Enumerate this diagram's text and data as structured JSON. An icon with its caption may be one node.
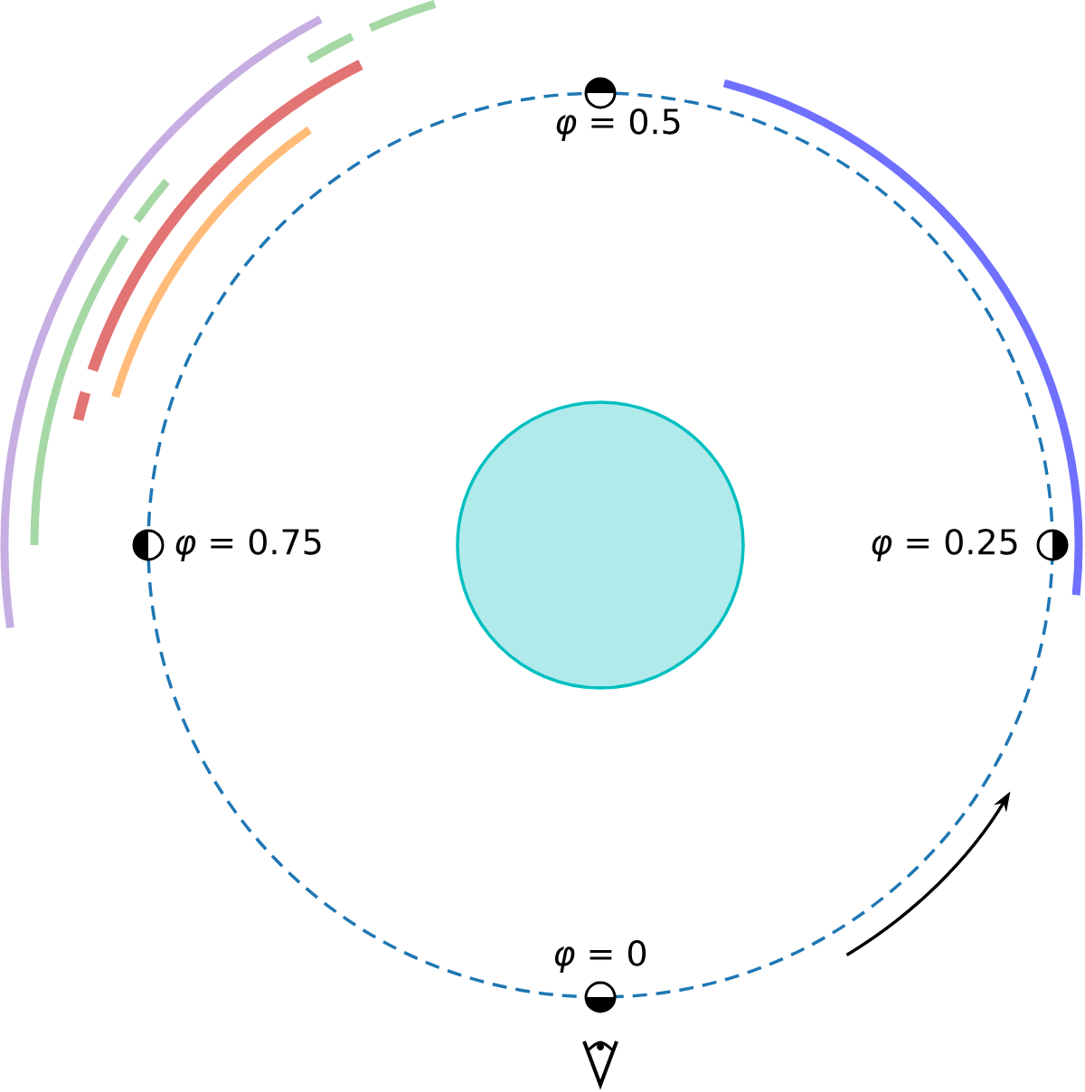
{
  "diagram": {
    "nodes": [
      {
        "text": [],
        "shape": "circle"
      }
    ],
    "labels": [
      "*φ* = 0.5",
      "*φ* = 0.75",
      "*φ* = 0.25",
      "*φ* = 0"
    ]
  }
}
